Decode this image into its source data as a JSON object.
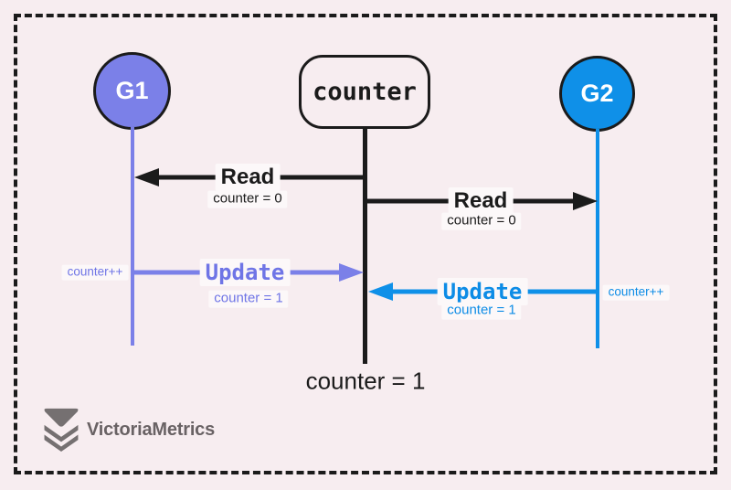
{
  "diagram": {
    "actors": {
      "g1": {
        "label": "G1"
      },
      "counter": {
        "label": "counter"
      },
      "g2": {
        "label": "G2"
      }
    },
    "messages": {
      "read_g1": {
        "label": "Read",
        "detail": "counter = 0"
      },
      "read_g2": {
        "label": "Read",
        "detail": "counter = 0"
      },
      "update_g1": {
        "label": "Update",
        "detail": "counter = 1",
        "annotation": "counter++"
      },
      "update_g2": {
        "label": "Update",
        "detail": "counter = 1",
        "annotation": "counter++"
      }
    },
    "result": {
      "label": "counter = 1"
    }
  },
  "branding": {
    "name": "VictoriaMetrics"
  },
  "colors": {
    "background": "#f7edf0",
    "ink": "#1b1b1b",
    "g1_purple": "#7b80e8",
    "g2_blue": "#0f90e8",
    "label_background": "#fcf8f9",
    "logo_gray": "#757071"
  }
}
